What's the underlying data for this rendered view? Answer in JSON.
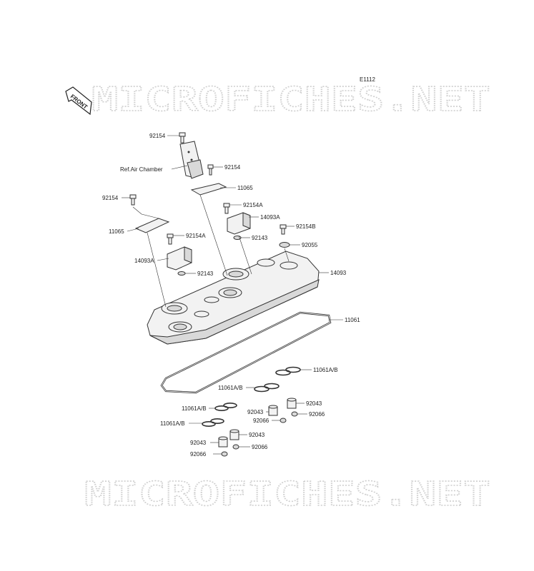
{
  "diagram_code": "E1112",
  "front_arrow_text": "FRONT",
  "watermark_text": "MICROFICHES.NET",
  "labels": {
    "p92154_top": "92154",
    "ref_air_chamber": "Ref.Air Chamber",
    "p92154_right": "92154",
    "p11065_right": "11065",
    "p92154_left": "92154",
    "p92154A_upper": "92154A",
    "p14093A_right": "14093A",
    "p92154B": "92154B",
    "p11065_left": "11065",
    "p92154A_lower": "92154A",
    "p92143_right": "92143",
    "p92055": "92055",
    "p14093A_left": "14093A",
    "p92143_left": "92143",
    "p14093": "14093",
    "p11061": "11061",
    "p11061AB_right": "11061A/B",
    "p11061AB_mid": "11061A/B",
    "p92043_right": "92043",
    "p92043_mid": "92043",
    "p92066_right": "92066",
    "p92066_mid": "92066",
    "p11061AB_left1": "11061A/B",
    "p11061AB_left2": "11061A/B",
    "p92043_lower": "92043",
    "p92043_left": "92043",
    "p92066_lower": "92066",
    "p92066_left": "92066"
  }
}
